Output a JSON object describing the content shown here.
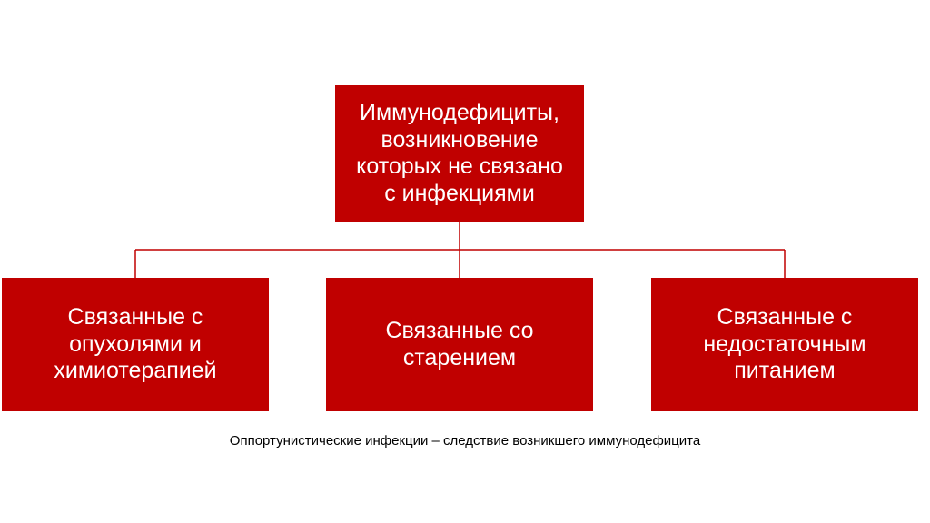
{
  "diagram": {
    "root": {
      "label": "Иммунодефициты,\nвозникновение\nкоторых не связано\nс инфекциями"
    },
    "children": [
      {
        "label": "Связанные с\nопухолями и\nхимиотерапией"
      },
      {
        "label": "Связанные со\nстарением"
      },
      {
        "label": "Связанные с\nнедостаточным\nпитанием"
      }
    ],
    "caption": "Оппортунистические инфекции – следствие возникшего иммунодефицита",
    "colors": {
      "box_fill": "#c00000",
      "box_text": "#ffffff",
      "connector": "#c00000"
    }
  }
}
